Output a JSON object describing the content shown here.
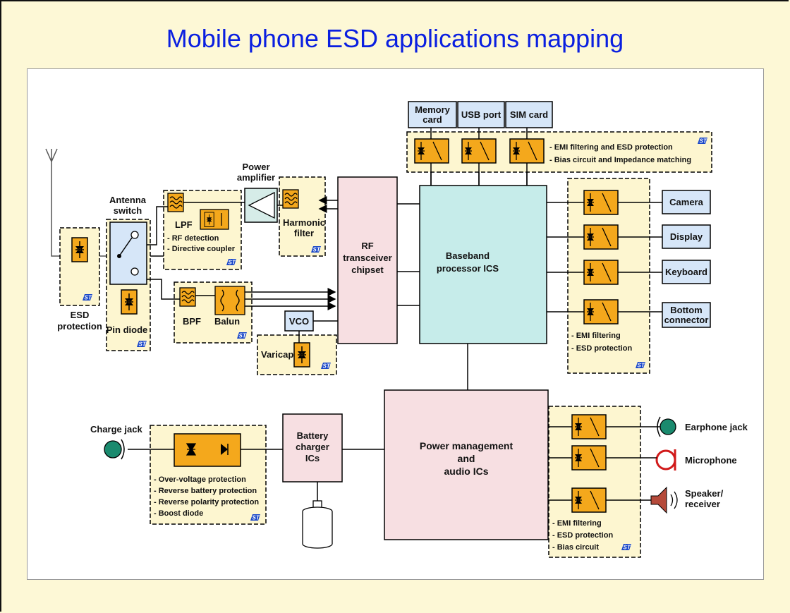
{
  "title": "Mobile phone ESD applications mapping",
  "diagram": {
    "memory_card": [
      "Memory",
      "card"
    ],
    "usb_port": "USB port",
    "sim_card": "SIM card",
    "top_notes": [
      "- EMI filtering and ESD protection",
      "- Bias circuit and Impedance matching"
    ],
    "power_amplifier": [
      "Power",
      "amplifier"
    ],
    "antenna_switch": [
      "Antenna",
      "switch"
    ],
    "lpf": "LPF",
    "lpf_notes": [
      "- RF detection",
      "- Directive coupler"
    ],
    "harmonic_filter": [
      "Harmonic",
      "filter"
    ],
    "rf_chip": [
      "RF",
      "transceiver",
      "chipset"
    ],
    "baseband": [
      "Baseband",
      "processor ICS"
    ],
    "esd_protection": [
      "ESD",
      "protection"
    ],
    "pin_diode": "Pin diode",
    "bpf": "BPF",
    "balun": "Balun",
    "vco": "VCO",
    "varicap": "Varicap",
    "camera": "Camera",
    "display": "Display",
    "keyboard": "Keyboard",
    "bottom_connector": [
      "Bottom",
      "connector"
    ],
    "right_notes": [
      "- EMI filtering",
      "- ESD protection"
    ],
    "charge_jack": "Charge jack",
    "charge_notes": [
      "- Over-voltage protection",
      "- Reverse battery protection",
      "- Reverse polarity protection",
      "- Boost diode"
    ],
    "battery_charger": [
      "Battery",
      "charger",
      "ICs"
    ],
    "power_mgmt": [
      "Power management",
      "and",
      "audio ICs"
    ],
    "earphone_jack": "Earphone jack",
    "microphone": "Microphone",
    "speaker": [
      "Speaker/",
      "receiver"
    ],
    "audio_notes": [
      "- EMI filtering",
      "- ESD protection",
      "- Bias circuit"
    ]
  },
  "colors": {
    "title": "#0a1fe0",
    "background": "#fdf8d6",
    "filter_block": "#f4a81c",
    "soc_block": "#f7dfe2",
    "baseband_block": "#c6ecea",
    "port_block": "#d6e6f8",
    "jack_green": "#1a8a6e",
    "mic_red": "#d11a1a"
  }
}
